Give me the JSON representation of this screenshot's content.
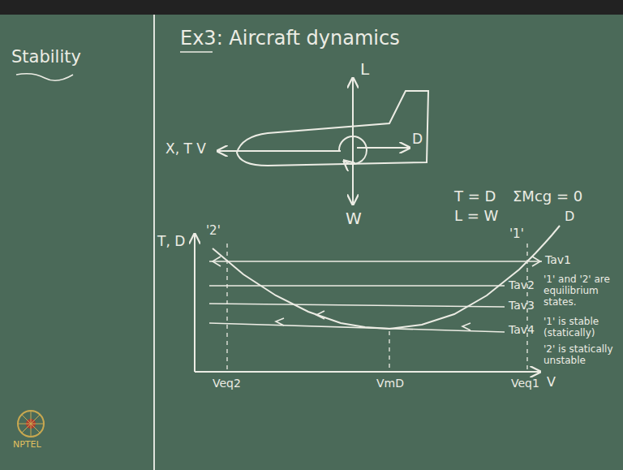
{
  "diagram": {
    "title": "Ex3: Aircraft dynamics",
    "labels": [
      "Stability",
      "L",
      "X, T V",
      "D",
      "W",
      "T = D",
      "L = W",
      "ΣMcg = 0",
      "T, D",
      "D",
      "'2'",
      "'1'",
      "Tav1",
      "Tav2",
      "Tav3",
      "Tav4",
      "'1' and '2' are equilibrium states.",
      "'1' is stable (statically)",
      "'2' is statically unstable",
      "Veq2",
      "VmD",
      "Veq1",
      "V",
      "NPTEL"
    ]
  }
}
